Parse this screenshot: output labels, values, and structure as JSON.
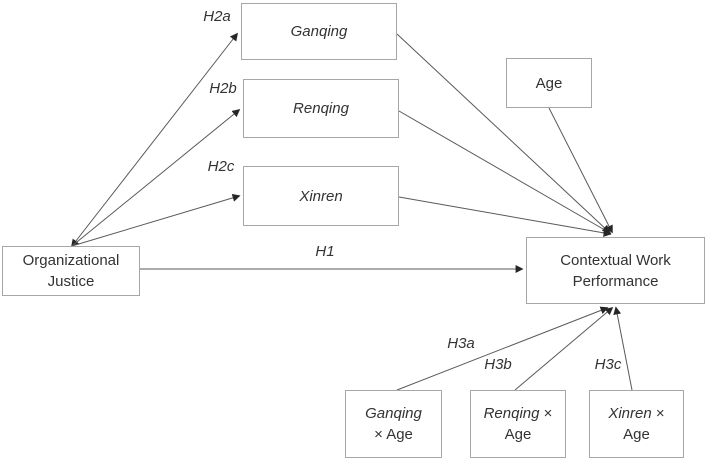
{
  "nodes": {
    "organizational_justice": {
      "line1": "Organizational",
      "line2": "Justice"
    },
    "ganqing": {
      "label": "Ganqing"
    },
    "renqing": {
      "label": "Renqing"
    },
    "xinren": {
      "label": "Xinren"
    },
    "age": {
      "label": "Age"
    },
    "contextual_work_performance": {
      "line1": "Contextual Work",
      "line2": "Performance"
    },
    "ganqing_x_age": {
      "line1_italic": "Ganqing",
      "line2_plain": "× Age"
    },
    "renqing_x_age": {
      "line1_italic": "Renqing",
      "line1_plain": " ×",
      "line2_plain": "Age"
    },
    "xinren_x_age": {
      "line1_italic": "Xinren",
      "line1_plain": " ×",
      "line2_plain": "Age"
    }
  },
  "hypothesis_labels": {
    "h1": "H1",
    "h2a": "H2a",
    "h2b": "H2b",
    "h2c": "H2c",
    "h3a": "H3a",
    "h3b": "H3b",
    "h3c": "H3c"
  },
  "edges": [
    {
      "from": "Organizational Justice",
      "to": "Ganqing",
      "label": "H2a"
    },
    {
      "from": "Organizational Justice",
      "to": "Renqing",
      "label": "H2b"
    },
    {
      "from": "Organizational Justice",
      "to": "Xinren",
      "label": "H2c"
    },
    {
      "from": "Organizational Justice",
      "to": "Contextual Work Performance",
      "label": "H1"
    },
    {
      "from": "Ganqing",
      "to": "Contextual Work Performance",
      "label": ""
    },
    {
      "from": "Renqing",
      "to": "Contextual Work Performance",
      "label": ""
    },
    {
      "from": "Xinren",
      "to": "Contextual Work Performance",
      "label": ""
    },
    {
      "from": "Age",
      "to": "Contextual Work Performance",
      "label": ""
    },
    {
      "from": "Ganqing × Age",
      "to": "Contextual Work Performance",
      "label": "H3a"
    },
    {
      "from": "Renqing × Age",
      "to": "Contextual Work Performance",
      "label": "H3b"
    },
    {
      "from": "Xinren × Age",
      "to": "Contextual Work Performance",
      "label": "H3c"
    }
  ],
  "colors": {
    "background": "#ffffff",
    "box_fill": "#ffffff",
    "box_border": "#a6a6a6",
    "line": "#595959",
    "arrowhead": "#262626",
    "text": "#333333"
  }
}
